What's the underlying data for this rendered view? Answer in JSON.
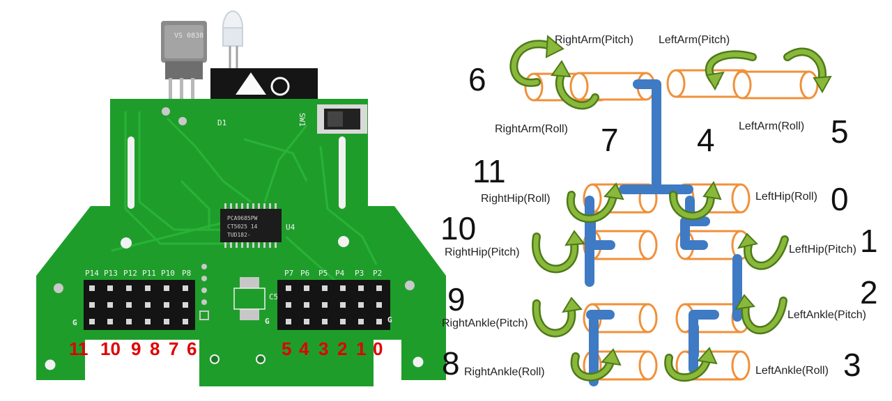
{
  "board": {
    "pin_labels_left": [
      "P14",
      "P13",
      "P12",
      "P11",
      "P10",
      "P8"
    ],
    "pin_labels_right": [
      "P7",
      "P6",
      "P5",
      "P4",
      "P3",
      "P2"
    ],
    "channel_numbers_left": [
      "11",
      "10",
      "9",
      "8",
      "7",
      "6"
    ],
    "channel_numbers_right": [
      "5",
      "4",
      "3",
      "2",
      "1",
      "0"
    ],
    "ground_label": "G",
    "chip_text": [
      "PCA9685PW",
      "CT5025 14",
      "TUD182-"
    ],
    "chip_ref": "U4",
    "led_ref": "D1",
    "switch_ref": "SW1",
    "cap_ref": "C5",
    "receiver_text": "VS 0838",
    "colors": {
      "pcb": "#1f9d2b",
      "silk": "#f2f2f2",
      "channel_numbers": "#e00000"
    }
  },
  "diagram": {
    "joints": [
      {
        "id": 6,
        "label": "RightArm(Pitch)"
      },
      {
        "id": 6,
        "label": "RightArm(Roll)"
      },
      {
        "id": 5,
        "label": "LeftArm(Pitch)"
      },
      {
        "id": 5,
        "label": "LeftArm(Roll)"
      },
      {
        "id": 11,
        "label": "RightHip(Roll)"
      },
      {
        "id": 0,
        "label": "LeftHip(Roll)"
      },
      {
        "id": 10,
        "label": "RightHip(Pitch)"
      },
      {
        "id": 1,
        "label": "LeftHip(Pitch)"
      },
      {
        "id": 9,
        "label": "RightAnkle(Pitch)"
      },
      {
        "id": 2,
        "label": "LeftAnkle(Pitch)"
      },
      {
        "id": 8,
        "label": "RightAnkle(Roll)"
      },
      {
        "id": 3,
        "label": "LeftAnkle(Roll)"
      }
    ],
    "numbers": {
      "n6": "6",
      "n7": "7",
      "n4": "4",
      "n5": "5",
      "n11": "11",
      "n0": "0",
      "n10": "10",
      "n1": "1",
      "n9": "9",
      "n2": "2",
      "n8": "8",
      "n3": "3"
    },
    "labels": {
      "right_arm_pitch": "RightArm(Pitch)",
      "left_arm_pitch": "LeftArm(Pitch)",
      "right_arm_roll": "RightArm(Roll)",
      "left_arm_roll": "LeftArm(Roll)",
      "right_hip_roll": "RightHip(Roll)",
      "left_hip_roll": "LeftHip(Roll)",
      "right_hip_pitch": "RightHip(Pitch)",
      "left_hip_pitch": "LeftHip(Pitch)",
      "right_ankle_pitch": "RightAnkle(Pitch)",
      "left_ankle_pitch": "LeftAnkle(Pitch)",
      "right_ankle_roll": "RightAnkle(Roll)",
      "left_ankle_roll": "LeftAnkle(Roll)"
    },
    "colors": {
      "cylinder": "#f0903a",
      "link": "#3f7ac4",
      "arrow": "#6a9a2a",
      "arrow_dark": "#4d7a1a"
    }
  }
}
